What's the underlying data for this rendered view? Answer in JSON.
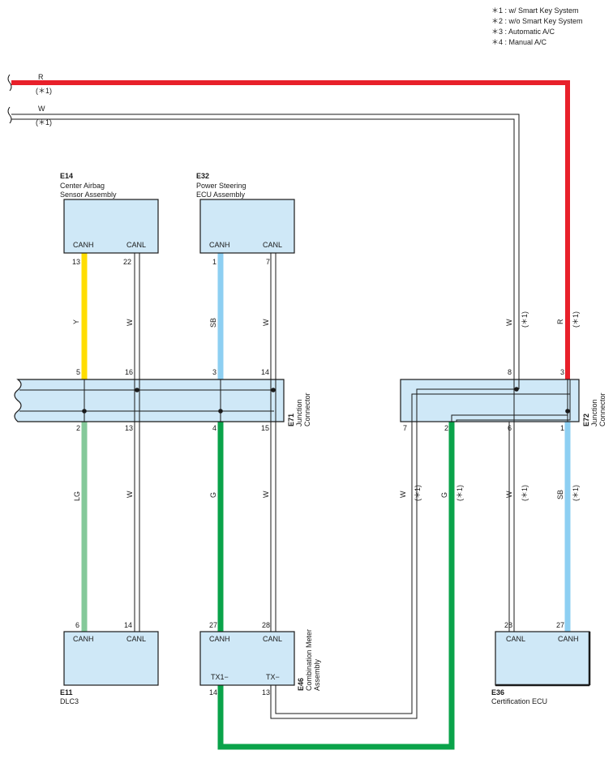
{
  "legend": [
    "＊1 : w/ Smart Key System",
    "＊2 : w/o Smart Key System",
    "＊3 : Automatic A/C",
    "＊4 : Manual A/C"
  ],
  "top_wires": {
    "r_label": "R",
    "r_note": "(＊1)",
    "w_label": "W",
    "w_note": "(＊1)"
  },
  "components": {
    "e14": {
      "code": "E14",
      "name_line1": "Center Airbag",
      "name_line2": "Sensor Assembly",
      "left_term": "CANH",
      "right_term": "CANL"
    },
    "e32": {
      "code": "E32",
      "name_line1": "Power Steering",
      "name_line2": "ECU Assembly",
      "left_term": "CANH",
      "right_term": "CANL"
    },
    "e11": {
      "code": "E11",
      "name_line1": "DLC3",
      "left_term": "CANH",
      "right_term": "CANL"
    },
    "e46": {
      "code": "E46",
      "name_line1": "Combination Meter",
      "name_line2": "Assembly",
      "left_term": "CANH",
      "right_term": "CANL",
      "bottom_left_term": "TX1−",
      "bottom_right_term": "TX−"
    },
    "e36": {
      "code": "E36",
      "name_line1": "Certification ECU",
      "left_term": "CANL",
      "right_term": "CANH"
    },
    "e71": {
      "code": "E71",
      "name_line1": "Junction",
      "name_line2": "Connector"
    },
    "e72": {
      "code": "E72",
      "name_line1": "Junction",
      "name_line2": "Connector"
    }
  },
  "pins": {
    "e14_canh": "13",
    "e14_canl": "22",
    "e32_canh": "1",
    "e32_canl": "7",
    "e71_top": [
      "5",
      "16",
      "3",
      "14"
    ],
    "e71_bottom": [
      "2",
      "13",
      "4",
      "15"
    ],
    "e72_top": [
      "8",
      "3"
    ],
    "e72_bottom": [
      "7",
      "2",
      "6",
      "1"
    ],
    "e11_canh": "6",
    "e11_canl": "14",
    "e46_canh": "27",
    "e46_canl": "28",
    "e46_tx1": "14",
    "e46_tx": "13",
    "e36_canl": "28",
    "e36_canh": "27"
  },
  "wire_labels": {
    "upper_left": [
      "Y",
      "W",
      "SB",
      "W"
    ],
    "upper_right": [
      "W",
      "(＊1)",
      "R",
      "(＊1)"
    ],
    "lower_left": [
      "LG",
      "W",
      "G",
      "W"
    ],
    "lower_right": [
      "W",
      "(＊1)",
      "G",
      "(＊1)",
      "W",
      "(＊1)",
      "SB",
      "(＊1)"
    ]
  },
  "colors": {
    "red": "#e8202a",
    "yellow": "#ffdd00",
    "sky_blue": "#8dcff2",
    "light_green": "#85c99a",
    "green": "#0aa34a",
    "connector_fill": "#cfe8f7"
  }
}
